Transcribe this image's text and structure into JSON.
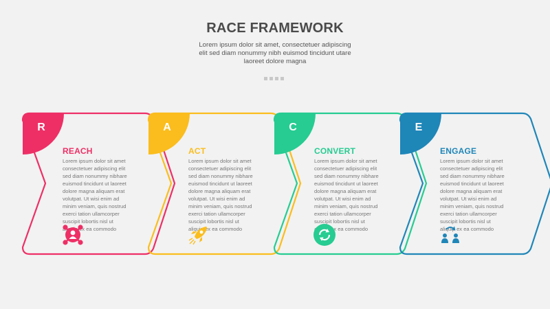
{
  "header": {
    "title": "RACE FRAMEWORK",
    "subtitle_lines": [
      "Lorem ipsum dolor sit amet, consectetuer adipiscing",
      "elit sed diam nonummy nibh euismod tincidunt utare",
      "laoreet dolore magna"
    ]
  },
  "steps": [
    {
      "letter": "R",
      "heading": "REACH",
      "color": "#ee2f66",
      "icon": "user-network-icon",
      "body_lines": [
        "Lorem ipsum dolor sit amet",
        "consectetuer adipiscing elit",
        "sed diam nonummy nibhare",
        "euismod tincidunt ut laoreet",
        "dolore magna aliquam erat",
        "volutpat. Ut wisi enim ad",
        "minim veniam, quis nostrud",
        "exerci tation ullamcorper",
        "suscipit lobortis nisl ut",
        "aliquip ex ea commodo"
      ]
    },
    {
      "letter": "A",
      "heading": "ACT",
      "color": "#fbbd1d",
      "icon": "rocket-icon",
      "body_lines": [
        "Lorem ipsum dolor sit amet",
        "consectetuer adipiscing elit",
        "sed diam nonummy nibhare",
        "euismod tincidunt ut laoreet",
        "dolore magna aliquam erat",
        "volutpat. Ut wisi enim ad",
        "minim veniam, quis nostrud",
        "exerci tation ullamcorper",
        "suscipit lobortis nisl ut",
        "aliquip ex ea commodo"
      ]
    },
    {
      "letter": "C",
      "heading": "CONVERT",
      "color": "#26cc92",
      "icon": "refresh-cycle-icon",
      "body_lines": [
        "Lorem ipsum dolor sit amet",
        "consectetuer adipiscing elit",
        "sed diam nonummy nibhare",
        "euismod tincidunt ut laoreet",
        "dolore magna aliquam erat",
        "volutpat. Ut wisi enim ad",
        "minim veniam, quis nostrud",
        "exerci tation ullamcorper",
        "suscipit lobortis nisl ut",
        "aliquip ex ea commodo"
      ]
    },
    {
      "letter": "E",
      "heading": "ENGAGE",
      "color": "#1f86b8",
      "icon": "people-exchange-icon",
      "body_lines": [
        "Lorem ipsum dolor sit amet",
        "consectetuer adipiscing elit",
        "sed diam nonummy nibhare",
        "euismod tincidunt ut laoreet",
        "dolore magna aliquam erat",
        "volutpat. Ut wisi enim ad",
        "minim veniam, quis nostrud",
        "exerci tation ullamcorper",
        "suscipit lobortis nisl ut",
        "aliquip ex ea commodo"
      ]
    }
  ]
}
